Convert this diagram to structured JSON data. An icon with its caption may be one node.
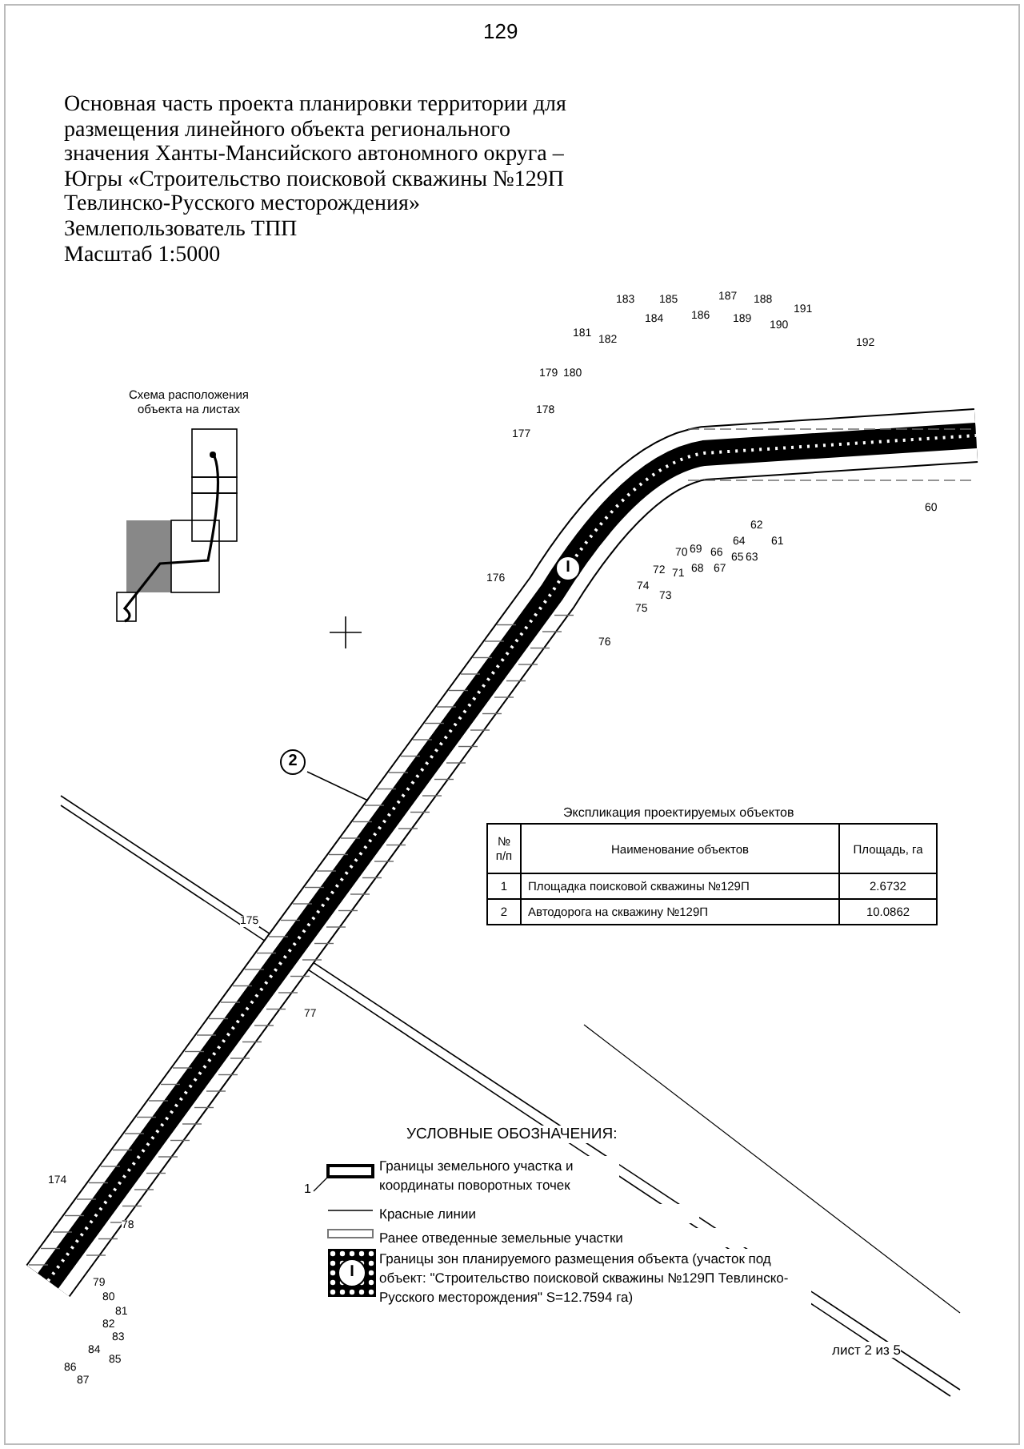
{
  "diagram": {
    "title": "Основная часть проекта планировки территории для размещения линейного объекта регионального значения Ханты-Мансийского автономного округа – Югры «Строительство поисковой скважины №129П Тевлинско-Русского месторождения»",
    "labels": [
      "129",
      "Землепользователь ТПП",
      "Масштаб 1:5000",
      "Схема расположения объекта на листах",
      "183",
      "185",
      "187",
      "188",
      "191",
      "184",
      "186",
      "189",
      "190",
      "181",
      "182",
      "179",
      "180",
      "178",
      "177",
      "192",
      "70",
      "69",
      "66",
      "64",
      "62",
      "61",
      "60",
      "72",
      "71",
      "68",
      "67",
      "65",
      "63",
      "74",
      "73",
      "75",
      "176",
      "76",
      "175",
      "77",
      "174",
      "78",
      "79",
      "80",
      "81",
      "82",
      "83",
      "84",
      "85",
      "86",
      "87",
      "I",
      "2",
      "Экспликация проектируемых объектов",
      "№ п/п",
      "Наименование объектов",
      "Площадь, га",
      "1",
      "Площадка поисковой скважины №129П",
      "2.6732",
      "2",
      "Автодорога на скважину №129П",
      "10.0862",
      "УСЛОВНЫЕ ОБОЗНАЧЕНИЯ:",
      "1",
      "I",
      "лист 2 из 5"
    ],
    "legend": [
      {
        "text": "Границы земельного участка и координаты поворотных точек"
      },
      {
        "text": "Красные линии"
      },
      {
        "text": "Ранее отведенные земельные участки"
      },
      {
        "text": "Границы зон планируемого размещения объекта (участок под объект: \"Строительство поисковой скважины №129П Тевлинско-Русского месторождения\" S=12.7594 га)"
      }
    ]
  }
}
